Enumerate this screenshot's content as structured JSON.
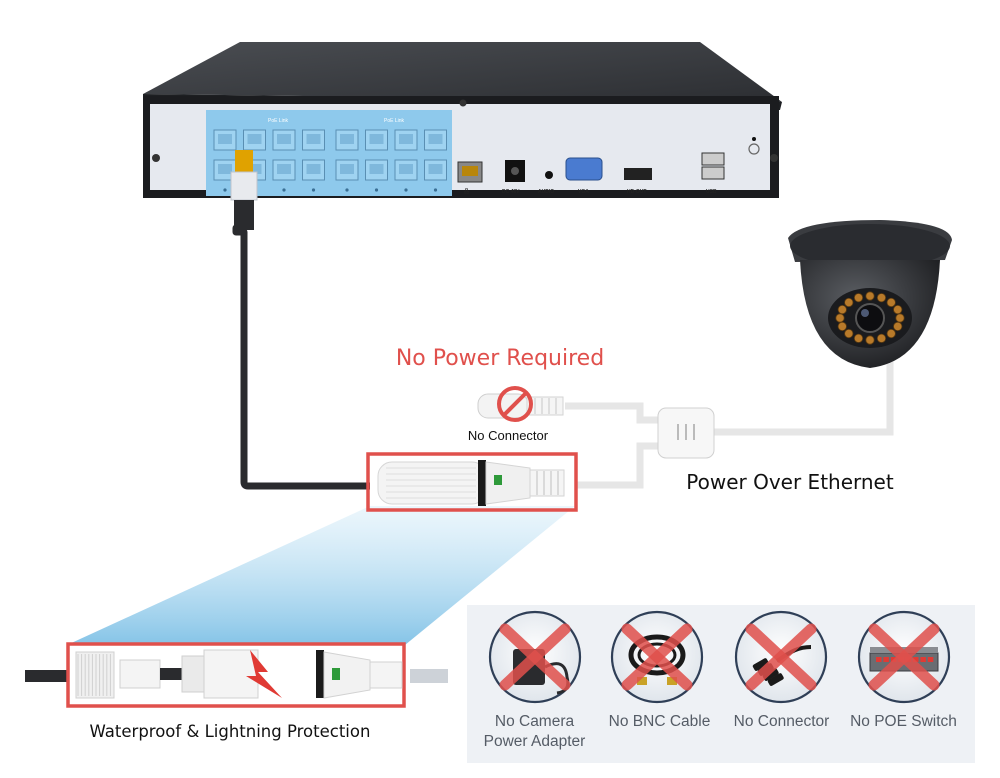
{
  "recorder": {
    "poe_lan_label_left": "PoE Link",
    "poe_lan_label_right": "PoE Link",
    "port_dc": "DC 48V",
    "port_audio": "AUDIO",
    "port_vga": "VGA",
    "port_hdmi": "HD-OUT",
    "port_usb": "USB"
  },
  "callouts": {
    "no_power_required": "No Power Required",
    "no_connector": "No Connector",
    "power_over_ethernet": "Power Over Ethernet",
    "waterproof": "Waterproof & Lightning Protection"
  },
  "not_needed": {
    "items": [
      {
        "line1": "No Camera",
        "line2": "Power Adapter",
        "icon": "power-adapter-icon"
      },
      {
        "line1": "No BNC Cable",
        "line2": "",
        "icon": "bnc-cable-icon"
      },
      {
        "line1": "No Connector",
        "line2": "",
        "icon": "splitter-cable-icon"
      },
      {
        "line1": "No POE Switch",
        "line2": "",
        "icon": "poe-switch-icon"
      }
    ]
  },
  "colors": {
    "highlight_red": "#e0504c",
    "lan_blue": "#8ec9ec",
    "panel_bg": "#eef1f5"
  }
}
